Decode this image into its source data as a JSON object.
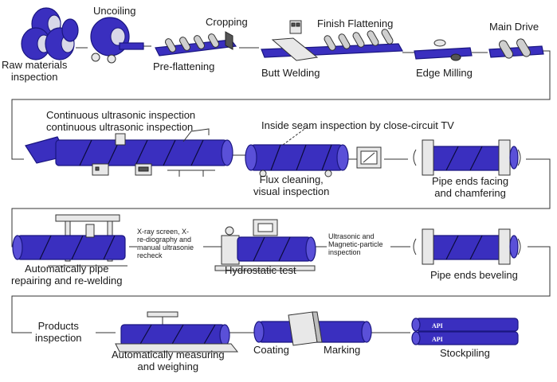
{
  "stages": {
    "raw_materials": "Raw materials\ninspection",
    "uncoiling": "Uncoiling",
    "pre_flattening": "Pre-flattening",
    "cropping": "Cropping",
    "butt_welding": "Butt Welding",
    "finish_flattening": "Finish Flattening",
    "edge_milling": "Edge Milling",
    "main_drive": "Main Drive",
    "ultrasonic_1": "Continuous ultrasonic inspection",
    "ultrasonic_2": "continuous ultrasonic inspection",
    "inside_seam": "Inside seam inspection by close-circuit TV",
    "flux_cleaning": "Flux cleaning,\nvisual inspection",
    "pipe_ends_facing": "Pipe ends facing\nand chamfering",
    "auto_repair": "Automatically pipe\nrepairing and re-welding",
    "xray": "X-ray screen, X-\nre-diography and\nmanual ultrasonie\nrecheck",
    "hydrostatic": "Hydrostatic test",
    "ultrasonic_magnetic": "Ultrasonic and\nMagnetic-particle\ninspection",
    "pipe_ends_beveling": "Pipe ends beveling",
    "products_inspection": "Products\ninspection",
    "measuring": "Automatically measuring\nand weighing",
    "coating": "Coating",
    "marking": "Marking",
    "stockpiling": "Stockpiling"
  },
  "stamps": {
    "api_top": "API",
    "api_bottom": "API"
  },
  "colors": {
    "pipe": "#3a2fbf",
    "pipe_outline": "#1a1680",
    "line": "#333333"
  }
}
